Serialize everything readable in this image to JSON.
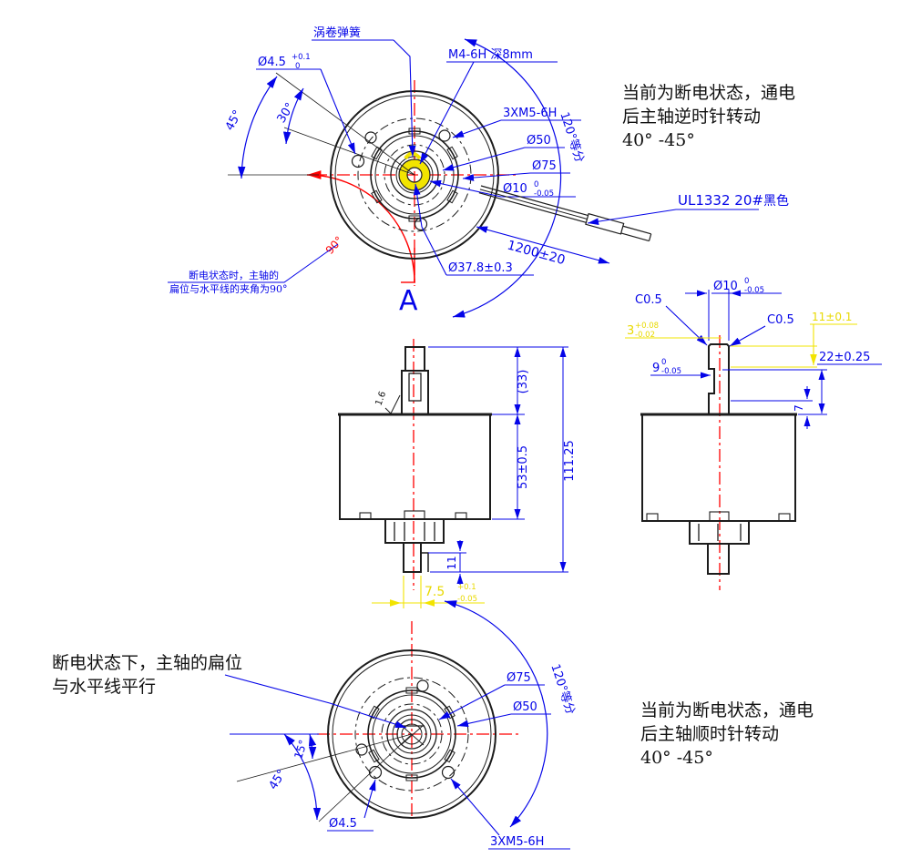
{
  "colors": {
    "dimension_blue": "#0404e8",
    "centerline_red": "#ff0000",
    "highlight_yellow": "#f2e400",
    "outline_black": "#1c1c1c"
  },
  "top_view": {
    "spring_label": "涡卷弹簧",
    "d45": "Ø4.5",
    "d45_tol_up": "+0.1",
    "d45_tol_dn": "0",
    "tap_label": "M4-6H 深8mm",
    "screws_label": "3XM5-6H",
    "d50": "Ø50",
    "d75": "Ø75",
    "d10": "Ø10",
    "d10_tol_up": "0",
    "d10_tol_dn": "-0.05",
    "d378": "Ø37.8±0.3",
    "ang45": "45°",
    "ang30": "30°",
    "ang120": "120°等分",
    "ang90": "90°",
    "section_label": "A",
    "wire_length": "1200±20",
    "wire_spec": "UL1332 20#",
    "wire_color_note": "黑色",
    "note_line1": "断电状态时，主轴的",
    "note_line2": "扁位与水平线的夹角为90°"
  },
  "front_view": {
    "dim_33": "(33)",
    "dim_53": "53±0.5",
    "dim_111": "111.25",
    "dim_11": "11",
    "dim_75": "7.5",
    "dim_75_up": "+0.1",
    "dim_75_dn": "-0.05",
    "finish": "1.6"
  },
  "side_view": {
    "d10": "Ø10",
    "d10_up": "0",
    "d10_dn": "-0.05",
    "c05_left": "C0.5",
    "c05_right": "C0.5",
    "dim_3": "3",
    "dim_3_up": "+0.08",
    "dim_3_dn": "-0.02",
    "dim_9": "9",
    "dim_9_up": "0",
    "dim_9_dn": "-0.05",
    "dim_11": "11±0.1",
    "dim_22": "22±0.25",
    "dim_7": "7"
  },
  "bottom_view": {
    "d75": "Ø75",
    "d50": "Ø50",
    "d45": "Ø4.5",
    "screws": "3XM5-6H",
    "ang15": "15°",
    "ang45": "45°",
    "ang120": "120°等分"
  },
  "notes": {
    "top_right": [
      "当前为断电状态，通电",
      "后主轴逆时针转动",
      "40° -45°"
    ],
    "bottom_left": [
      "断电状态下，主轴的扁位",
      "与水平线平行"
    ],
    "bottom_right": [
      "当前为断电状态，通电",
      "后主轴顺时针转动",
      "40° -45°"
    ]
  }
}
